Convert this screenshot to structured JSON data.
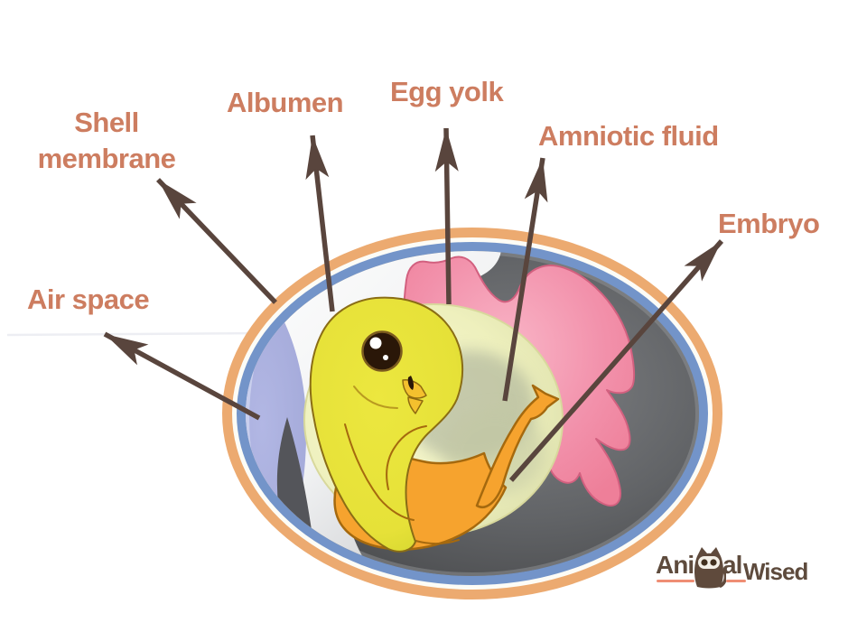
{
  "diagram": {
    "type": "egg-embryo-anatomy",
    "labels": [
      {
        "id": "shell-membrane",
        "text": "Shell membrane"
      },
      {
        "id": "albumen",
        "text": "Albumen"
      },
      {
        "id": "egg-yolk",
        "text": "Egg yolk"
      },
      {
        "id": "amniotic-fluid",
        "text": "Amniotic fluid"
      },
      {
        "id": "embryo",
        "text": "Embryo"
      },
      {
        "id": "air-space",
        "text": "Air space"
      }
    ],
    "colors": {
      "label_text": "#cd7d60",
      "arrow": "#59453d",
      "shell": "#ecaa70",
      "shell_membrane_ring": "#7394c9",
      "interior_dark": "#57585b",
      "air_space": "#a9aede",
      "albumen": "#ffffff",
      "egg_yolk": "#eff1bf",
      "amniotic_fluid": "#f18ba6",
      "chick_head": "#e9e43e",
      "chick_body": "#f6a32e"
    }
  },
  "logo": {
    "part1": "Ani",
    "part2": "al",
    "part3": "Wised",
    "icon": "owl",
    "text_color": "#5e4b3d",
    "underline_color": "#ef8e74"
  }
}
